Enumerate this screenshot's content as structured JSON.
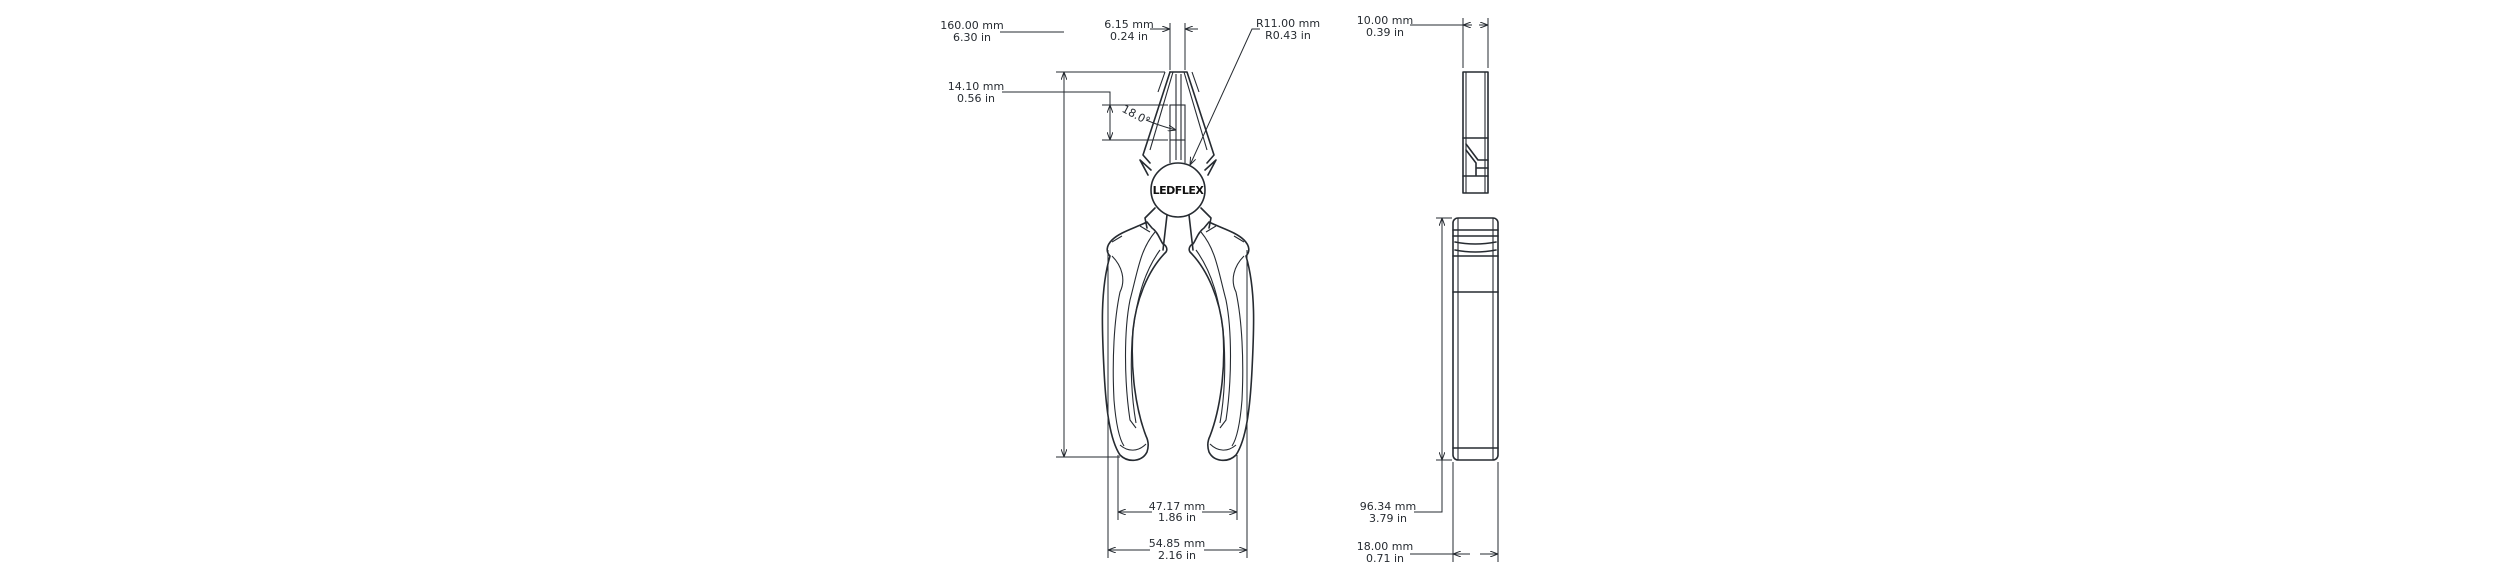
{
  "drawing": {
    "logo": "LEDFLEX",
    "dimensions": {
      "overall_length": {
        "mm": "160.00 mm",
        "in": "6.30 in"
      },
      "jaw_tip_width": {
        "mm": "6.15 mm",
        "in": "0.24 in"
      },
      "pivot_radius": {
        "mm": "R11.00 mm",
        "in": "R0.43 in"
      },
      "cutter_length": {
        "mm": "14.10 mm",
        "in": "0.56 in"
      },
      "jaw_angle": "18.0°",
      "handle_inner_width": {
        "mm": "47.17 mm",
        "in": "1.86 in"
      },
      "handle_outer_width": {
        "mm": "54.85 mm",
        "in": "2.16 in"
      },
      "side_jaw_thickness": {
        "mm": "10.00 mm",
        "in": "0.39 in"
      },
      "side_handle_length": {
        "mm": "96.34 mm",
        "in": "3.79 in"
      },
      "side_handle_thickness": {
        "mm": "18.00 mm",
        "in": "0.71 in"
      }
    }
  }
}
